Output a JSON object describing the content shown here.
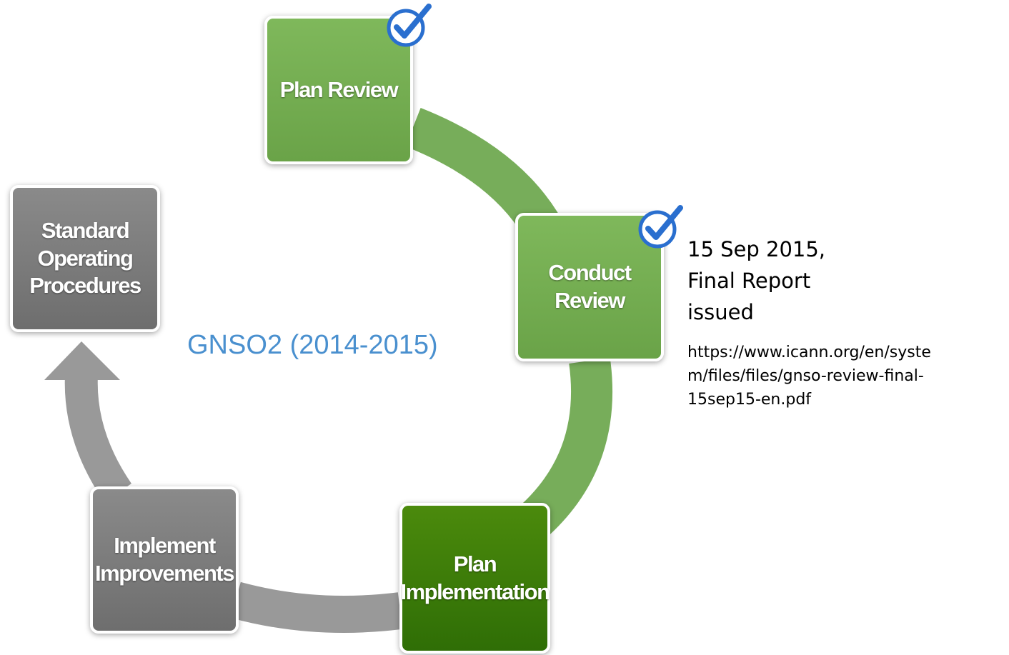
{
  "colors": {
    "cycle_green": "#77ad5a",
    "cycle_gray": "#999999",
    "box_green": "#6aa348",
    "box_dark_green": "#3a7a08",
    "box_gray": "#777777",
    "title_blue": "#4a90cf",
    "check_blue": "#2a6fcf"
  },
  "diagram": {
    "title": "GNSO2 (2014-2015)",
    "steps": {
      "plan_review": {
        "label": "Plan Review",
        "completed": true
      },
      "conduct_review": {
        "label": "Conduct Review",
        "completed": true
      },
      "plan_implementation": {
        "lines": [
          "Plan",
          "Implementation"
        ]
      },
      "implement_improvements": {
        "lines": [
          "Implement",
          "Improvements"
        ]
      },
      "standard_operating_procedures": {
        "lines": [
          "Standard",
          "Operating",
          "Procedures"
        ]
      }
    },
    "icons": {
      "completed": "checkmark-circle-icon"
    }
  },
  "note": {
    "lines": [
      "15 Sep 2015,",
      "Final Report",
      "issued"
    ],
    "url_lines": [
      "https://www.icann.org/en/syste",
      "m/files/files/gnso-review-final-",
      "15sep15-en.pdf"
    ]
  }
}
